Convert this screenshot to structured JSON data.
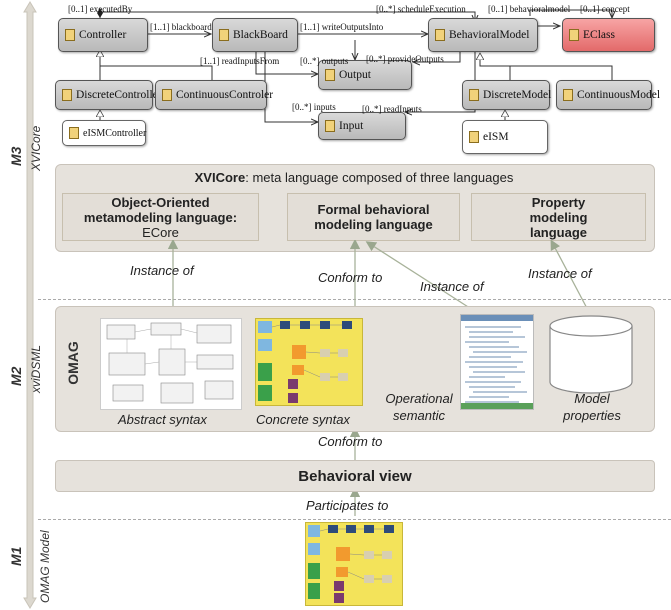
{
  "levels": {
    "m3": {
      "label": "M3",
      "sublabel": "XVICore"
    },
    "m2": {
      "label": "M2",
      "sublabel": "xviDSML"
    },
    "m1": {
      "label": "M1",
      "sublabel": "OMAG Model"
    }
  },
  "metamodel": {
    "classes": {
      "controller": "Controller",
      "blackboard": "BlackBoard",
      "behavioral_model": "BehavioralModel",
      "eclass": "EClass",
      "output": "Output",
      "input": "Input",
      "discrete_controller": "DiscreteController",
      "continuous_controler": "ContinuousControler",
      "discrete_model": "DiscreteModel",
      "continuous_model": "ContinuousModel",
      "eism_controller": "eISMController",
      "eism": "eISM"
    },
    "relations": {
      "executed_by": "[0..1] executedBy",
      "blackboard": "[1..1] blackboard",
      "write_outputs_into": "[1..1] writeOutputsInto",
      "schedule_execution": "[0..*] scheduleExecution",
      "behavioral_model": "[0..1] behavioralmodel",
      "concept": "[0..1] concept",
      "read_inputs_from": "[1..1] readInputsFrom",
      "outputs": "[0..*] outputs",
      "provide_outputs": "[0..*] provideOutputs",
      "inputs": "[0..*] inputs",
      "read_inputs": "[0..*] readInputs"
    }
  },
  "xvicore": {
    "title_bold": "XVICore",
    "title_rest": ": meta language composed of three languages",
    "lang1_a": "Object-Oriented metamodeling language: ",
    "lang1_b": "ECore",
    "lang2": "Formal behavioral modeling language",
    "lang3": "Property modeling language"
  },
  "arrows": {
    "instance_of_1": "Instance of",
    "conform_to_1": "Conform to",
    "instance_of_2": "Instance of",
    "instance_of_3": "Instance of",
    "conform_to_2": "Conform to",
    "participates_to": "Participates to"
  },
  "omag": {
    "label": "OMAG",
    "abstract_syntax": "Abstract syntax",
    "concrete_syntax": "Concrete syntax",
    "operational_semantic": "Operational semantic",
    "model_properties": "Model properties"
  },
  "behavioral_view": "Behavioral view",
  "colors": {
    "class_fill": "#c4c4c4",
    "eclass_fill": "#ee8b8b",
    "panel": "#e6e2dc",
    "arrow": "#a8b29a",
    "level_bar": "#d9d5cc",
    "thumb_yellow": "#f3e35a"
  }
}
